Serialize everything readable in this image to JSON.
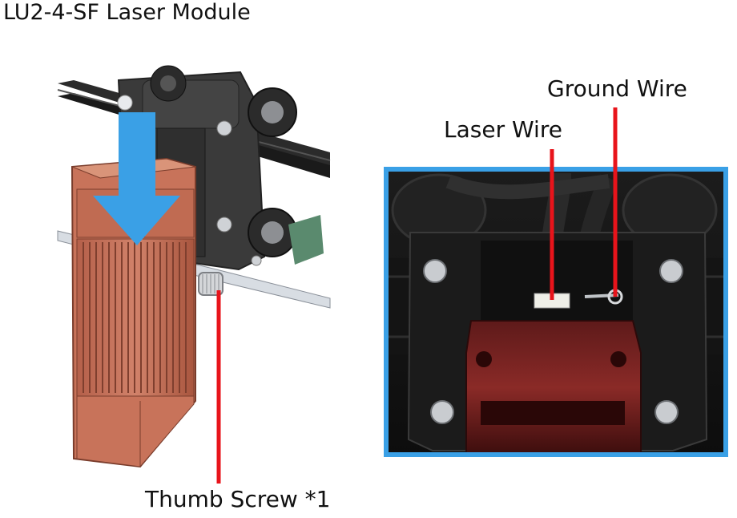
{
  "title": "LU2-4-SF Laser Module",
  "labels": {
    "ground_wire": "Ground Wire",
    "laser_wire": "Laser Wire",
    "thumb_screw": "Thumb Screw *1"
  },
  "colors": {
    "callout_line": "#e8141b",
    "photo_frame": "#3aa0e6",
    "arrow": "#3aa0e6",
    "module_body": "#c8735a",
    "bracket": "#3a3a3a"
  },
  "icons": {
    "direction": "down-arrow-icon"
  }
}
